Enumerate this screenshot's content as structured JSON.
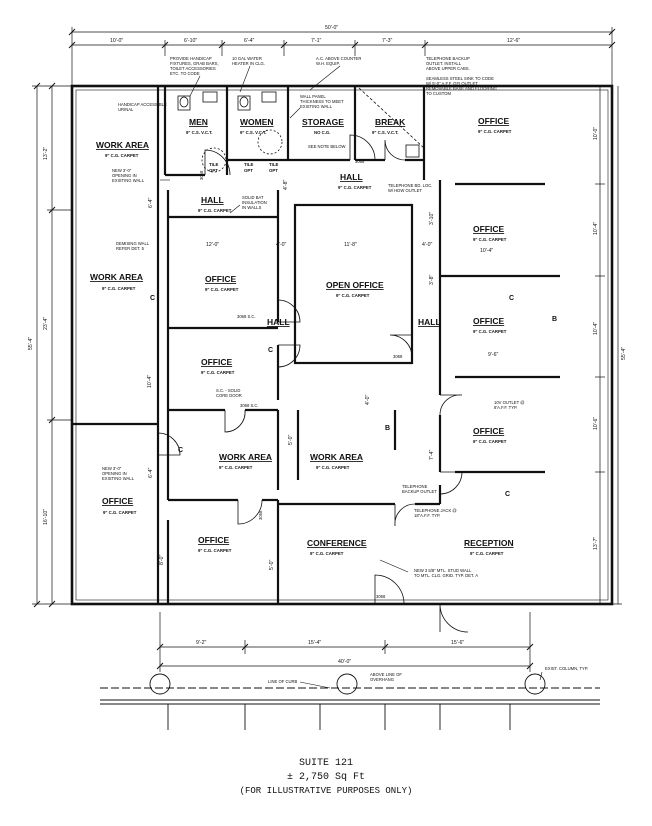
{
  "dimensions": {
    "overall_width": "50'-0\"",
    "top_segments": [
      "10'-0\"",
      "6'-10\"",
      "6'-4\"",
      "7'-1\"",
      "7'-3\"",
      "12'-6\""
    ],
    "left_side": [
      "13'-2\"",
      "23'-4\"",
      "16'-10\""
    ],
    "left_overall": "55'-4\"",
    "right_side": [
      "10'-0\"",
      "10'-4\"",
      "10'-4\"",
      "10'-6\"",
      "13'-7\""
    ],
    "right_overall": "55'-4\"",
    "bottom_segments": [
      "9'-2\"",
      "15'-4\"",
      "15'-6\""
    ],
    "bottom_overall": "40'-0\"",
    "interior": [
      "12'-0\"",
      "4'-0\"",
      "11'-8\"",
      "4'-0\"",
      "10'-4\"",
      "9'-6\"",
      "6'-4\"",
      "6'-4\"",
      "4'-8\"",
      "10'-4\"",
      "7'-4\"",
      "5'-0\"",
      "3'-8\"",
      "3'-10\"",
      "4'-0\"",
      "8'-0\"",
      "5'-0\""
    ]
  },
  "rooms": {
    "men": {
      "name": "MEN",
      "finish": "9\" C.S. V.C.T."
    },
    "women": {
      "name": "WOMEN",
      "finish": "9\" C.S. V.C.T."
    },
    "storage": {
      "name": "STORAGE",
      "finish": "NO C.G."
    },
    "break": {
      "name": "BREAK",
      "finish": "9\" C.S. V.C.T."
    },
    "work_area_1": {
      "name": "WORK AREA",
      "finish": "9\" C.G. CARPET"
    },
    "work_area_2": {
      "name": "WORK AREA",
      "finish": "9\" C.G. CARPET"
    },
    "office_left": {
      "name": "OFFICE",
      "finish": "9\" C.G. CARPET"
    },
    "hall_top": {
      "name": "HALL",
      "finish": "9\" C.G. CARPET"
    },
    "hall_top_right": {
      "name": "HALL",
      "finish": "9\" C.G. CARPET"
    },
    "office_c1": {
      "name": "OFFICE",
      "finish": "9\" C.G. CARPET"
    },
    "office_c2": {
      "name": "OFFICE",
      "finish": "9\" C.G. CARPET"
    },
    "hall_mid": {
      "name": "HALL"
    },
    "hall_right": {
      "name": "HALL"
    },
    "open_office": {
      "name": "OPEN OFFICE",
      "finish": "9\" C.G. CARPET"
    },
    "work_area_c": {
      "name": "WORK AREA",
      "finish": "9\" C.G. CARPET"
    },
    "work_area_cc": {
      "name": "WORK AREA",
      "finish": "9\" C.G. CARPET"
    },
    "office_r1": {
      "name": "OFFICE",
      "finish": "9\" C.G. CARPET"
    },
    "office_r2": {
      "name": "OFFICE",
      "finish": "9\" C.G. CARPET"
    },
    "office_r3": {
      "name": "OFFICE",
      "finish": "9\" C.G. CARPET"
    },
    "office_r4": {
      "name": "OFFICE",
      "finish": "9\" C.G. CARPET"
    },
    "office_bottom": {
      "name": "OFFICE",
      "finish": "9\" C.G. CARPET"
    },
    "conference": {
      "name": "CONFERENCE",
      "finish": "9\" C.G. CARPET"
    },
    "reception": {
      "name": "RECEPTION",
      "finish": "9\" C.G. CARPET"
    },
    "tile_1": {
      "name": "TILE",
      "sub": "OPT"
    },
    "tile_2": {
      "name": "TILE",
      "sub": "OPT"
    },
    "tile_3": {
      "name": "TILE",
      "sub": "OPT"
    }
  },
  "notes": {
    "n1": [
      "PROVIDE HANDICAP",
      "FIXTURES, GRAB BARS,",
      "TOILET ACCESSORIES",
      "ETC. TO CODE"
    ],
    "n2": [
      "10 GAL WATER",
      "HEATER IN CLG."
    ],
    "n3": [
      "A.C. ABOVE COUNTER",
      "W.H. EQUIP."
    ],
    "n4": [
      "SEAMLESS STEEL SINK TO CODE",
      "W/ 5'-0\" A.F.F. GFI OUTLET",
      "REMOVABLE BASE AND FLOORING",
      "TO CUSTOM"
    ],
    "n5": [
      "TELEPHONE BACKUP",
      "OUTLET. INSTALL",
      "ABOVE UPPER CABS."
    ],
    "n6": [
      "HANDICAP ACCESSIBLE",
      "URINAL"
    ],
    "n7": [
      "WALL PANEL",
      "THICKNESS TO MEET",
      "EXISTING WALL"
    ],
    "n8": [
      "SEE NOTE BELOW"
    ],
    "n9": [
      "TELEPHONE BD. LOC.",
      "W/ HDW OUTLET"
    ],
    "n10": [
      "SOLID BAT",
      "INSULATION",
      "IN WALLS"
    ],
    "n11": [
      "NEW 3'-0\"",
      "OPENING IN",
      "EXISTING WALL"
    ],
    "n12": [
      "DEMISING WALL",
      "REFER DET. 5"
    ],
    "n13": [
      "S.C. - SOLID",
      "CORE DOOR"
    ],
    "n14": [
      "NEW 3'-0\"",
      "OPENING IN",
      "EXISTING WALL"
    ],
    "n15": [
      "10V OUTLET @",
      "8'A.F.F. TYP."
    ],
    "n16": [
      "TELEPHONE",
      "BACKUP OUTLET"
    ],
    "n17": [
      "TELEPHONE JACK @",
      "18\"A.F.F. TYP."
    ],
    "n18": [
      "NEW 3 5/8\" MTL. STUD WALL",
      "TO MTL. CLG. GRID. TYP. DET. A"
    ],
    "n19": [
      "LINE OF CURB"
    ],
    "n20": [
      "ABOVE LINE OF",
      "OVERHANG"
    ],
    "n21": [
      "EXIST. COLUMN, TYP."
    ]
  },
  "door_tags": [
    "3068",
    "3068",
    "3068 S.C.",
    "3068 S.C.",
    "3068",
    "3068",
    "3068"
  ],
  "markers": [
    "C",
    "C",
    "C",
    "C",
    "B",
    "B",
    "C"
  ],
  "caption": {
    "line1": "SUITE 121",
    "line2": "± 2,750 Sq Ft",
    "line3": "(FOR ILLUSTRATIVE PURPOSES ONLY)"
  }
}
